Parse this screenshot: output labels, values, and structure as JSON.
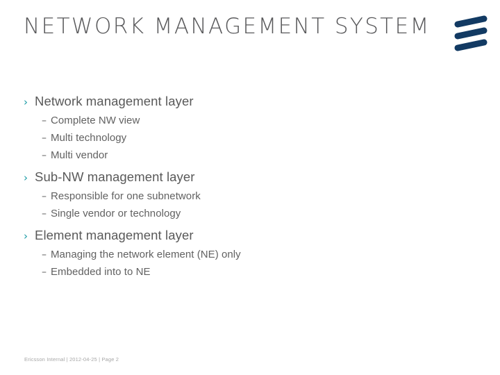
{
  "slide": {
    "title": "NETWORK MANAGEMENT SYSTEM",
    "title_line1": "NETWORK MANAGEMENT",
    "title_line2": "SYSTEM",
    "background_color": "#FFFFFF",
    "title_color": "#58585A",
    "body_color": "#595959",
    "bullet_accent_color": "#1A9BA5",
    "logo_color": "#123A63",
    "logo_name": "ericsson-logo"
  },
  "bullets": [
    {
      "marker": "›",
      "label": "Network management layer",
      "sub": [
        {
          "marker": "–",
          "label": "Complete NW view"
        },
        {
          "marker": "–",
          "label": "Multi technology"
        },
        {
          "marker": "–",
          "label": "Multi vendor"
        }
      ]
    },
    {
      "marker": "›",
      "label": "Sub-NW management layer",
      "sub": [
        {
          "marker": "–",
          "label": "Responsible for one subnetwork"
        },
        {
          "marker": "–",
          "label": "Single vendor or technology"
        }
      ]
    },
    {
      "marker": "›",
      "label": "Element management layer",
      "sub": [
        {
          "marker": "–",
          "label": "Managing the network element (NE) only"
        },
        {
          "marker": "–",
          "label": "Embedded into to NE"
        }
      ]
    }
  ],
  "footer": {
    "classification": "Ericsson Internal",
    "separator_1": "|",
    "date": "2012-04-25",
    "separator_2": "|",
    "page": "Page 2",
    "full": "Ericsson Internal  |  2012-04-25  |  Page 2"
  }
}
